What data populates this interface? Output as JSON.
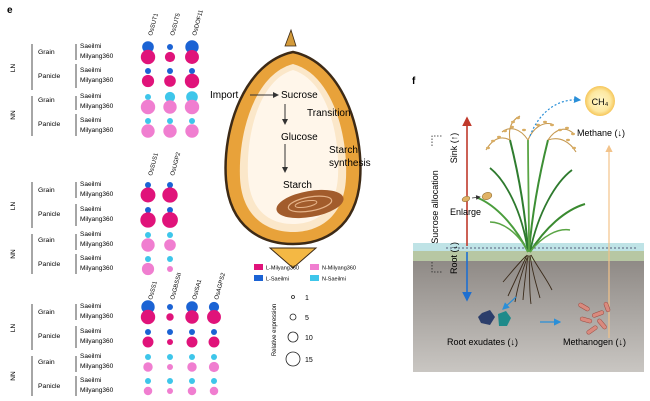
{
  "panel_e": {
    "label": "e",
    "group_ln": "LN",
    "group_nn": "NN",
    "tissue_grain": "Grain",
    "tissue_panicle": "Panicle",
    "variety_1": "Saeilmi",
    "variety_2": "Milyang360",
    "genes_block1": [
      "OsSUT1",
      "OsSUT5",
      "OsDOF11"
    ],
    "genes_block2": [
      "OsSUS1",
      "OsUGP2"
    ],
    "genes_block3": [
      "OsSS1",
      "OsGBSSII",
      "OsISA1",
      "OsAGPS2"
    ]
  },
  "dot_values": {
    "block1": [
      [
        7,
        1,
        10
      ],
      [
        12,
        5,
        11
      ],
      [
        1,
        1,
        1
      ],
      [
        8,
        7,
        12
      ],
      [
        1,
        5,
        7
      ],
      [
        12,
        10,
        12
      ],
      [
        1,
        1,
        1
      ],
      [
        10,
        10,
        10
      ]
    ],
    "block2": [
      [
        1,
        1
      ],
      [
        13,
        14
      ],
      [
        1,
        1
      ],
      [
        14,
        15
      ],
      [
        1,
        1
      ],
      [
        10,
        7
      ],
      [
        1,
        1
      ],
      [
        8,
        1
      ]
    ],
    "block3": [
      [
        10,
        1,
        7,
        5
      ],
      [
        12,
        2,
        10,
        11
      ],
      [
        1,
        1,
        1,
        1
      ],
      [
        6,
        1,
        6,
        6
      ],
      [
        1,
        1,
        1,
        1
      ],
      [
        4,
        1,
        4,
        5
      ],
      [
        1,
        1,
        1,
        1
      ],
      [
        3,
        1,
        3,
        3
      ]
    ]
  },
  "conditions": [
    {
      "label": "L-Milyang360",
      "color": "#e0137a"
    },
    {
      "label": "N-Milyang360",
      "color": "#f07ed0"
    },
    {
      "label": "L-Saeilmi",
      "color": "#1b63d4"
    },
    {
      "label": "N-Saeilmi",
      "color": "#3ec6ea"
    }
  ],
  "size_legend": {
    "title": "Relative expression",
    "values": [
      "1",
      "5",
      "10",
      "15"
    ]
  },
  "seed": {
    "import": "Import",
    "sucrose": "Sucrose",
    "transition": "Transition",
    "glucose": "Glucose",
    "starch_synthesis_1": "Starch",
    "starch_synthesis_2": "synthesis",
    "starch": "Starch"
  },
  "panel_f": {
    "label": "f",
    "ch4": "CH₄",
    "methane": "Methane (↓)",
    "sucrose_allocation": "Sucrose allocation",
    "sink": "Sink (↑)",
    "root": "Root (↓)",
    "enlarge": "Enlarge",
    "root_exudates": "Root exudates (↓)",
    "methanogen": "Methanogen (↓)"
  },
  "colors": {
    "seed_hull": "#e8a23a",
    "seed_outline": "#3d2a16",
    "seed_inner": "#fbe7c9",
    "soil": "#9a9494",
    "water": "#bfe3e6",
    "sink_arrow": "#c0392b",
    "root_arrow": "#1e6fd0",
    "methane_arrow": "#f2c38a"
  }
}
